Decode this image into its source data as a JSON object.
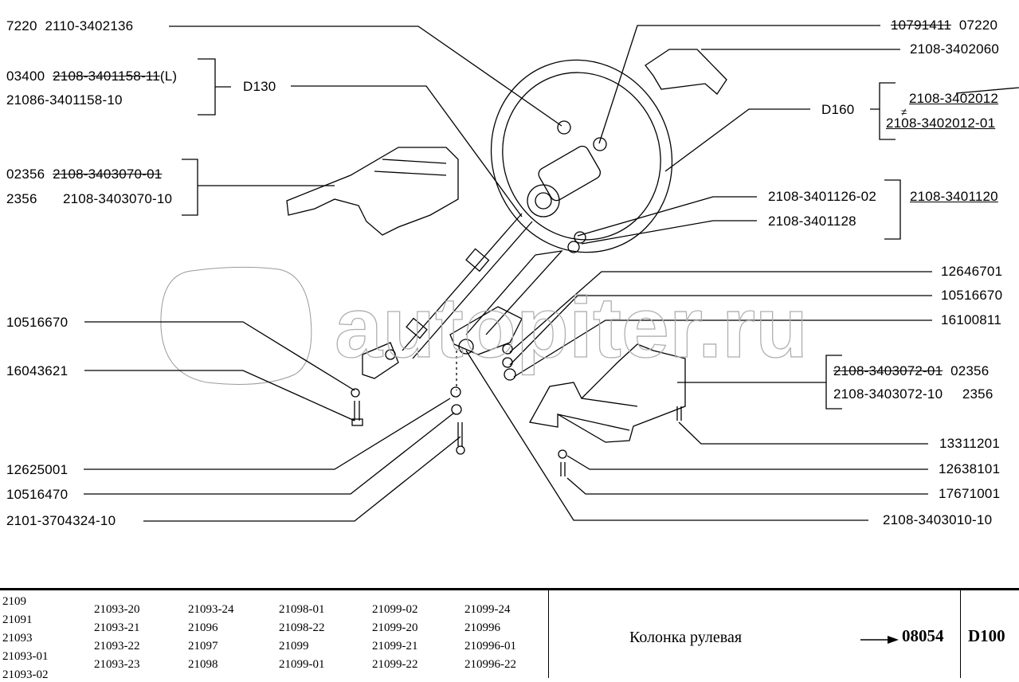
{
  "diagram": {
    "watermark": "autopiter.ru",
    "labels_left": [
      {
        "id": "l1",
        "prefix": "7220",
        "part": "2110-3402136",
        "strike": false
      },
      {
        "id": "l2a",
        "prefix": "03400",
        "part": "2108-3401158-11",
        "suffix": "(L)",
        "strike": true
      },
      {
        "id": "l2b",
        "prefix": "",
        "part": "21086-3401158-10",
        "strike": false
      },
      {
        "id": "l3a",
        "prefix": "02356",
        "part": "2108-3403070-01",
        "strike": true
      },
      {
        "id": "l3b",
        "prefix": "2356",
        "part": "2108-3403070-10",
        "strike": false
      },
      {
        "id": "l4",
        "part": "10516670"
      },
      {
        "id": "l5",
        "part": "16043621"
      },
      {
        "id": "l6",
        "part": "12625001"
      },
      {
        "id": "l7",
        "part": "10516470"
      },
      {
        "id": "l8",
        "part": "2101-3704324-10"
      }
    ],
    "group_ref_left": "D130",
    "labels_right": [
      {
        "id": "r1",
        "part": "10791411",
        "suffix": "07220",
        "strike": true
      },
      {
        "id": "r2",
        "part": "2108-3402060"
      },
      {
        "id": "r3a",
        "part": "2108-3402012",
        "strike": true,
        "underline": true
      },
      {
        "id": "r3b",
        "part": "2108-3402012-01",
        "underline": true
      },
      {
        "id": "r4a",
        "part": "2108-3401126-02"
      },
      {
        "id": "r4b",
        "part": "2108-3401128"
      },
      {
        "id": "r5",
        "part": "12646701"
      },
      {
        "id": "r6",
        "part": "10516670"
      },
      {
        "id": "r7",
        "part": "16100811"
      },
      {
        "id": "r8a",
        "part": "2108-3403072-01",
        "suffix": "02356",
        "strike": true
      },
      {
        "id": "r8b",
        "part": "2108-3403072-10",
        "suffix": "2356"
      },
      {
        "id": "r9",
        "part": "13311201"
      },
      {
        "id": "r10",
        "part": "12638101"
      },
      {
        "id": "r11",
        "part": "17671001"
      },
      {
        "id": "r12",
        "part": "2108-3403010-10"
      }
    ],
    "group_ref_right": "D160",
    "group_ref_assembly": "2108-3401120",
    "not_equal_symbol": "≠"
  },
  "footer": {
    "models_col1": [
      "2109",
      "21091",
      "21093",
      "21093-01",
      "21093-02"
    ],
    "models_grid": [
      [
        "21093-20",
        "21093-24",
        "21098-01",
        "21099-02",
        "21099-24"
      ],
      [
        "21093-21",
        "21096",
        "21098-22",
        "21099-20",
        "210996"
      ],
      [
        "21093-22",
        "21097",
        "21099",
        "21099-21",
        "210996-01"
      ],
      [
        "21093-23",
        "21098",
        "21099-01",
        "21099-22",
        "210996-22"
      ]
    ],
    "title": "Колонка рулевая",
    "arrow": "→",
    "code": "08054",
    "page": "D100"
  }
}
